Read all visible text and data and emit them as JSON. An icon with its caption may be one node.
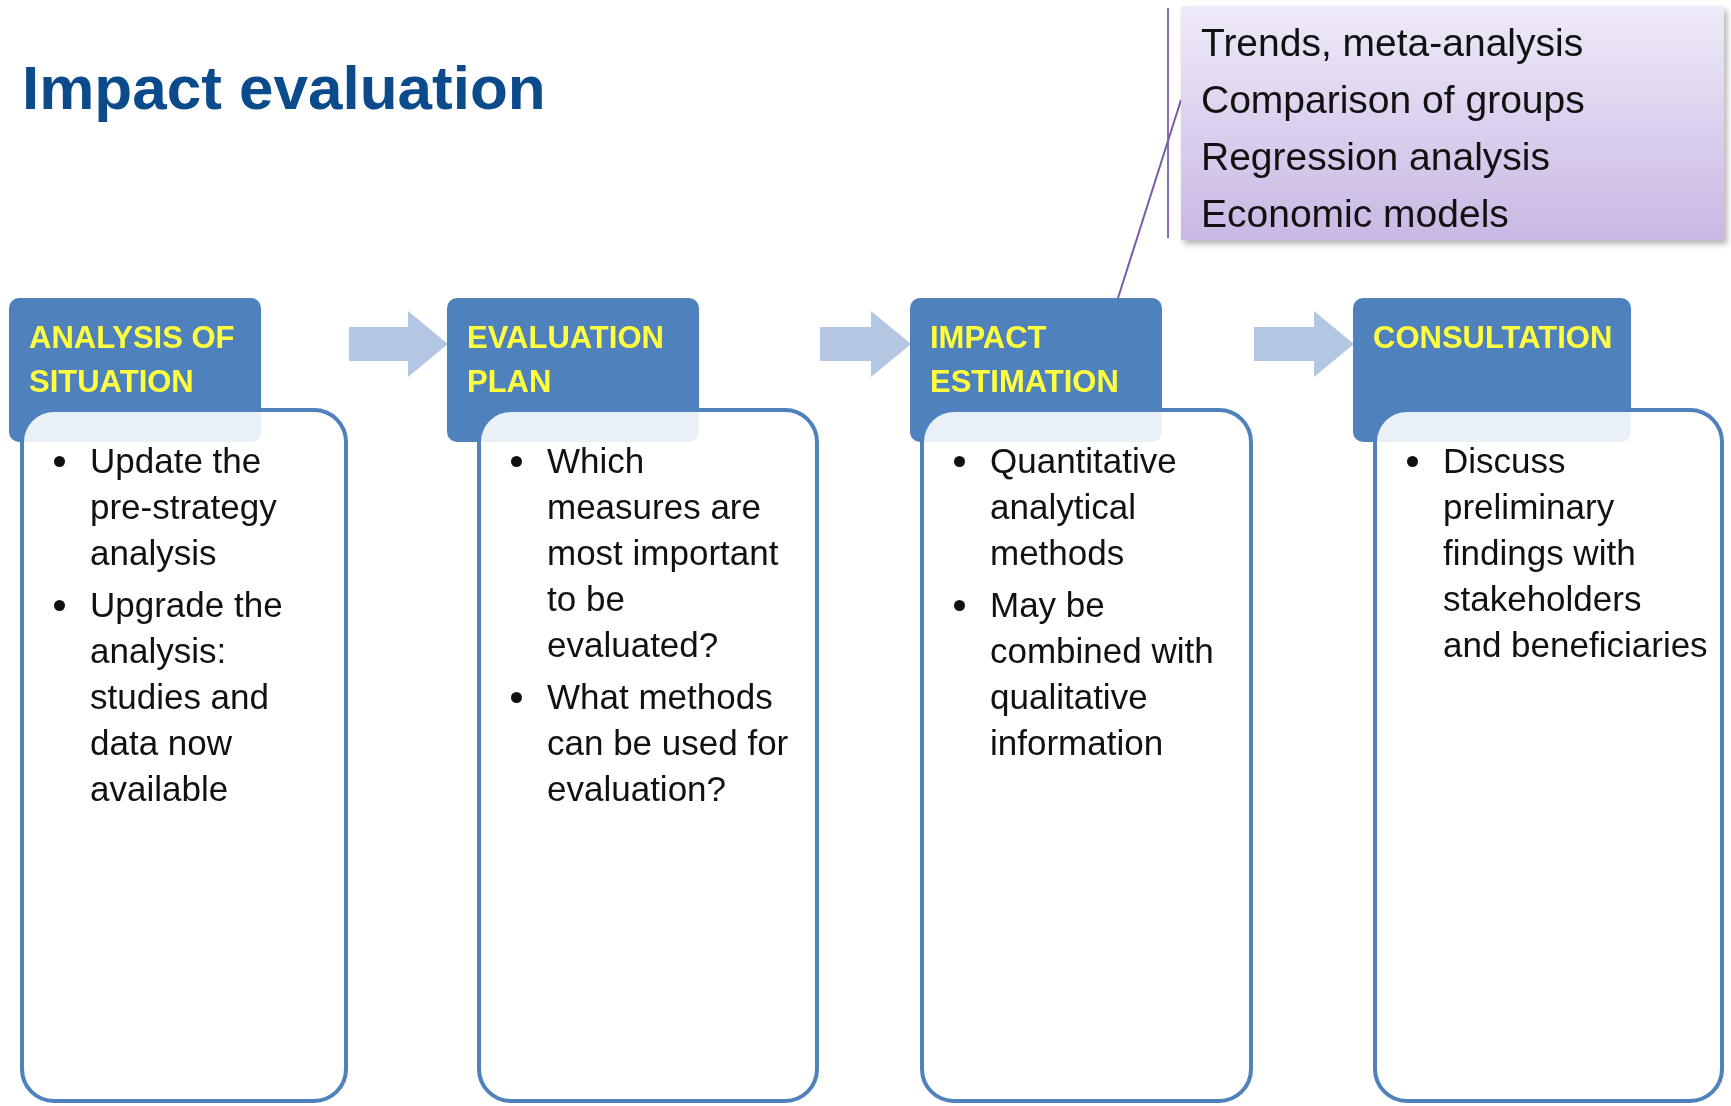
{
  "diagram": {
    "title": "Impact evaluation",
    "nodes": [
      {
        "text": [
          "ANALYSIS OF SITUATION",
          "Update the pre-strategy analysis",
          "Upgrade the analysis: studies and data now available"
        ]
      },
      {
        "text": [
          "EVALUATION PLAN",
          "Which measures are most important to be evaluated?",
          "What methods can be used for evaluation?"
        ]
      },
      {
        "text": [
          "IMPACT ESTIMATION",
          "Quantitative analytical methods",
          "May be combined with qualitative information"
        ]
      },
      {
        "text": [
          "CONSULTATION",
          "Discuss preliminary findings with stakeholders and beneficiaries"
        ]
      },
      {
        "text": [
          "Trends, meta-analysis",
          "Comparison of groups",
          "Regression analysis",
          "Economic models"
        ]
      }
    ],
    "edges": [
      {
        "from": 0,
        "to": 1,
        "arrow": "to"
      },
      {
        "from": 1,
        "to": 2,
        "arrow": "to"
      },
      {
        "from": 2,
        "to": 3,
        "arrow": "to"
      },
      {
        "from": 4,
        "to": 2,
        "arrow": "none",
        "color": "#7b5aa6"
      }
    ]
  }
}
